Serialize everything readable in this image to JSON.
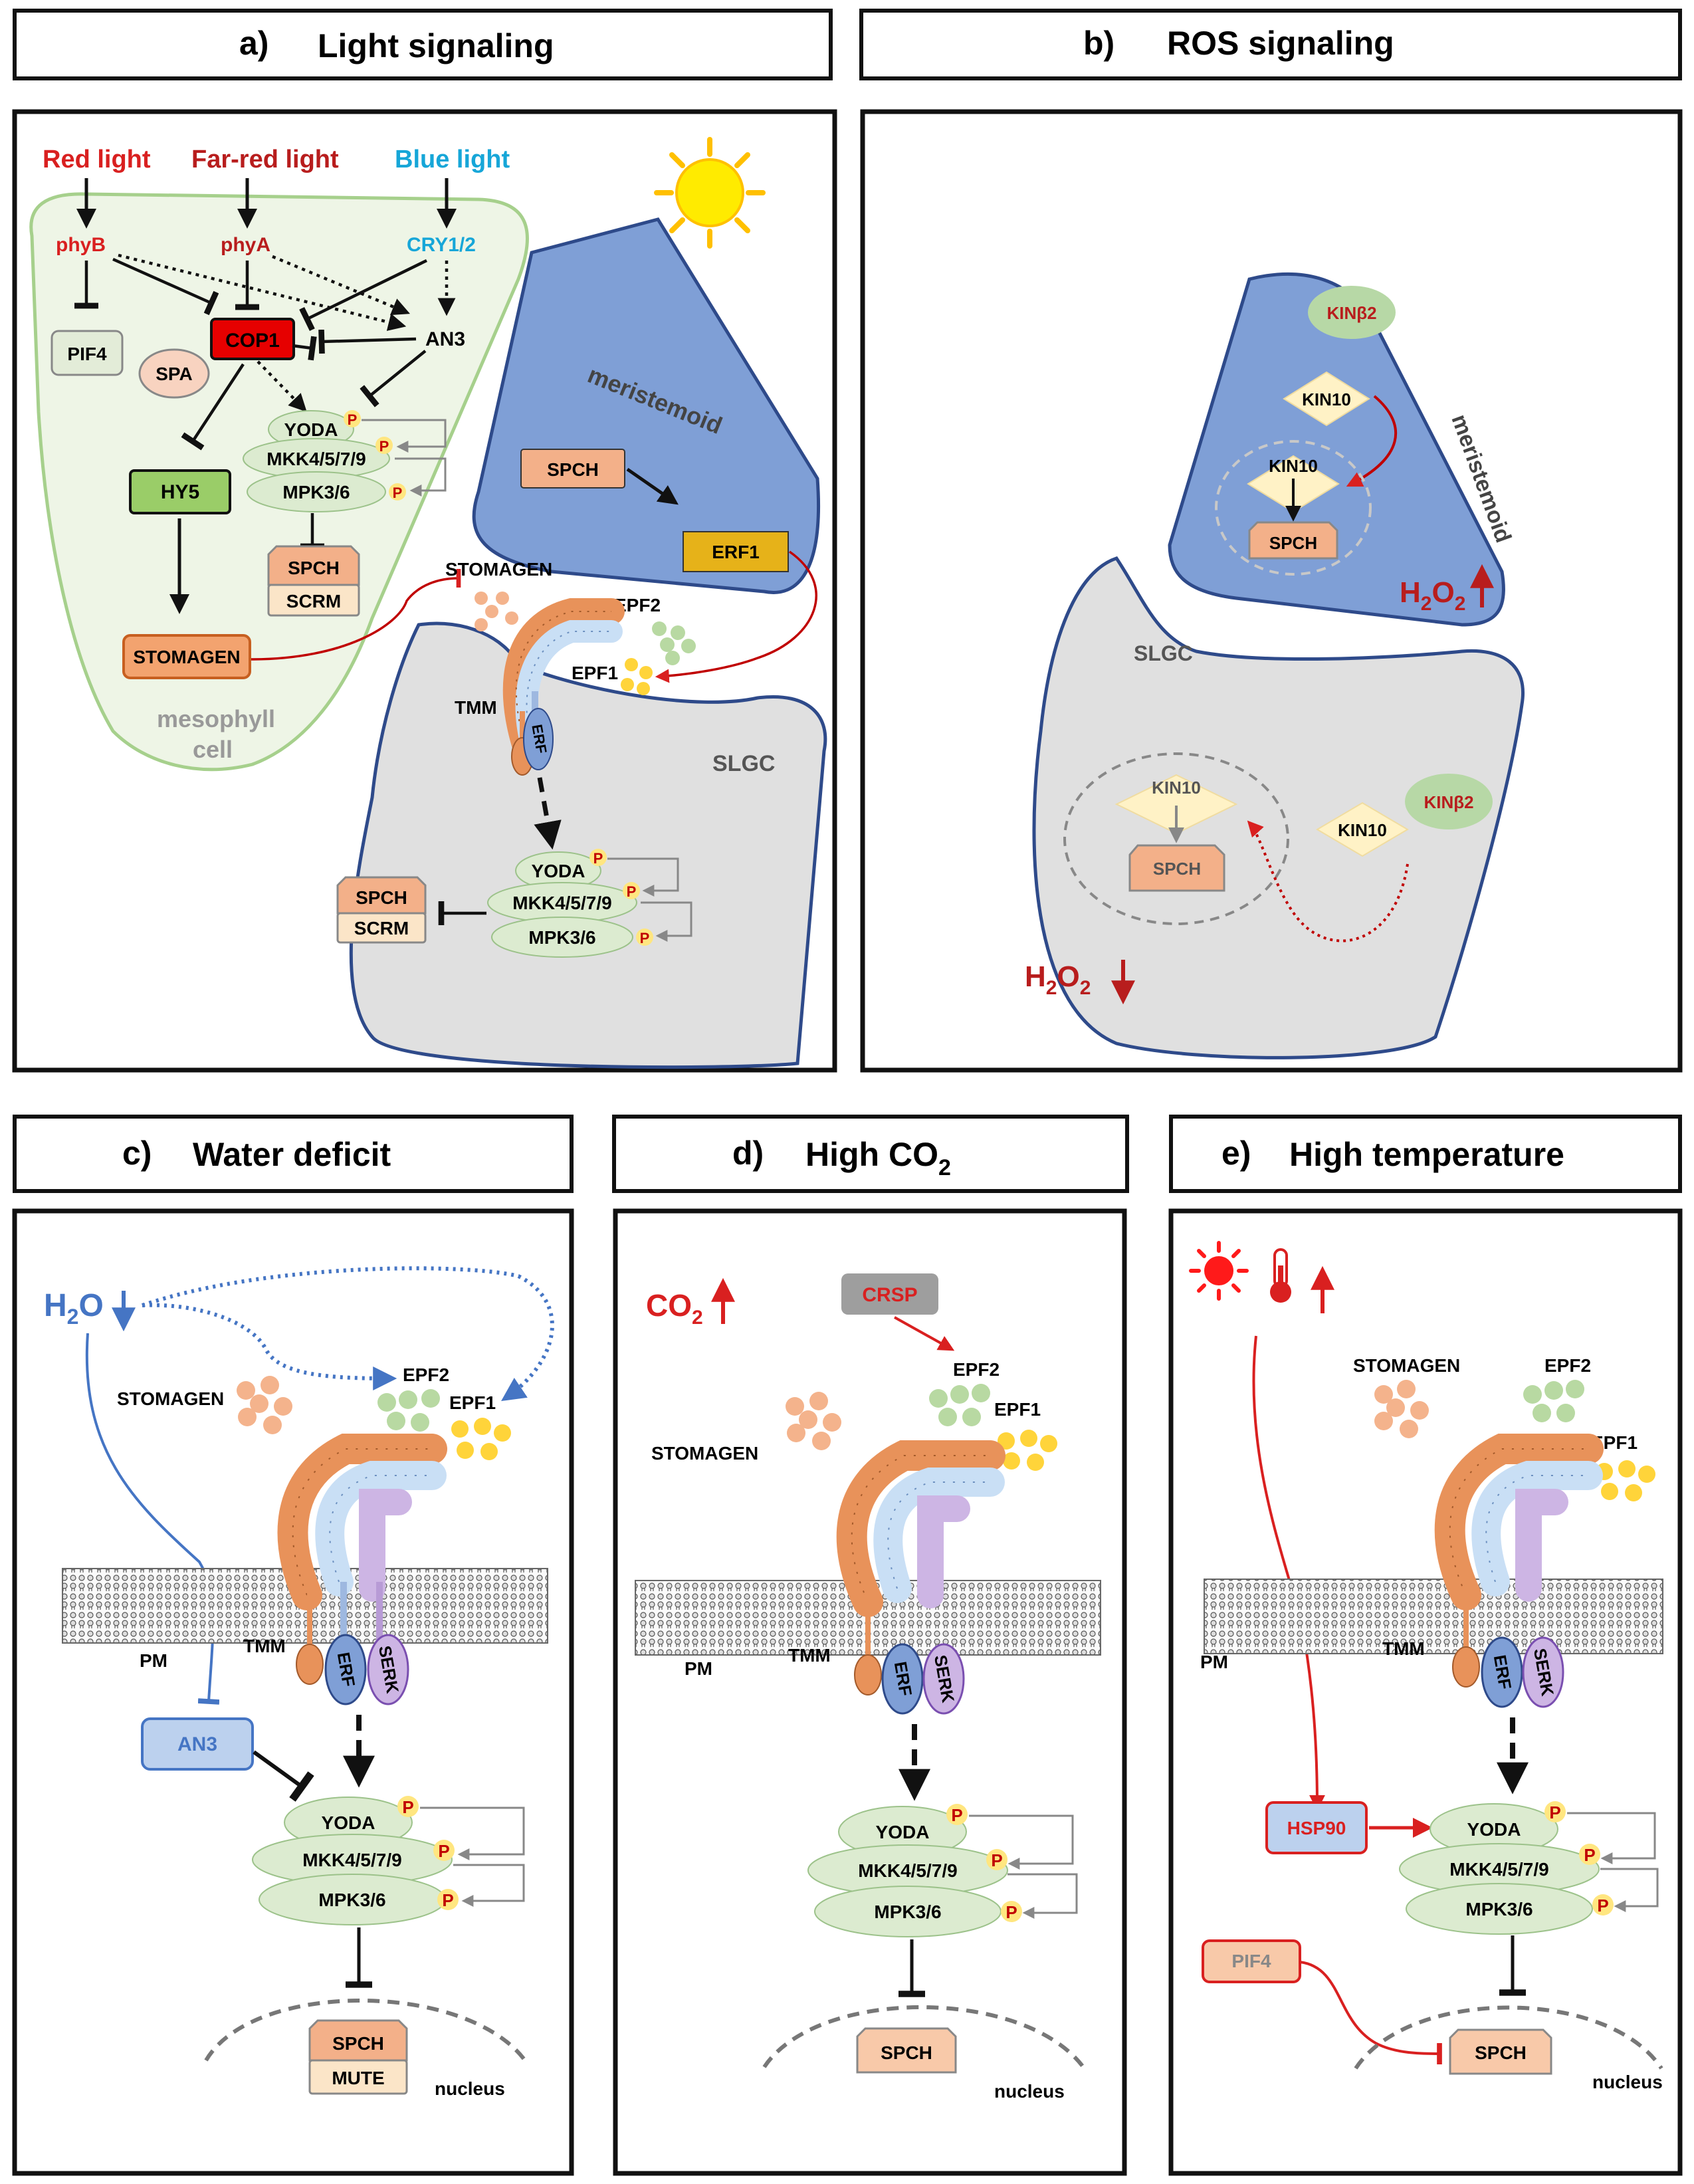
{
  "panels": {
    "a": {
      "letter": "a)",
      "title": "Light signaling"
    },
    "b": {
      "letter": "b)",
      "title": "ROS signaling"
    },
    "c": {
      "letter": "c)",
      "title": "Water deficit"
    },
    "d": {
      "letter": "d)",
      "title_main": "High CO",
      "title_sub": "2"
    },
    "e": {
      "letter": "e)",
      "title": "High temperature"
    }
  },
  "a": {
    "red_light": "Red light",
    "far_red_light": "Far-red light",
    "blue_light": "Blue light",
    "phyB": "phyB",
    "phyA": "phyA",
    "cry": "CRY1/2",
    "pif4": "PIF4",
    "spa": "SPA",
    "cop1": "COP1",
    "an3": "AN3",
    "yoda": "YODA",
    "mkk": "MKK4/5/7/9",
    "mpk": "MPK3/6",
    "p": "P",
    "hy5": "HY5",
    "spch": "SPCH",
    "scrm": "SCRM",
    "stomagen_box": "STOMAGEN",
    "stomagen": "STOMAGEN",
    "mesophyll_1": "mesophyll",
    "mesophyll_2": "cell",
    "meristemoid": "meristemoid",
    "erf1": "ERF1",
    "epf2": "EPF2",
    "epf1": "EPF1",
    "tmm": "TMM",
    "erf": "ERF",
    "slgc": "SLGC"
  },
  "b": {
    "kinb2": "KINβ2",
    "kin10": "KIN10",
    "spch": "SPCH",
    "meristemoid": "meristemoid",
    "h2o2_main": "H",
    "h2o2_sub1": "2",
    "h2o2_o": "O",
    "h2o2_sub2": "2",
    "slgc": "SLGC"
  },
  "c": {
    "h2o_main": "H",
    "h2o_sub": "2",
    "h2o_o": "O",
    "stomagen": "STOMAGEN",
    "epf2": "EPF2",
    "epf1": "EPF1",
    "pm": "PM",
    "tmm": "TMM",
    "erf": "ERF",
    "serk": "SERK",
    "an3": "AN3",
    "yoda": "YODA",
    "mkk": "MKK4/5/7/9",
    "mpk": "MPK3/6",
    "p": "P",
    "spch": "SPCH",
    "mute": "MUTE",
    "nucleus": "nucleus"
  },
  "d": {
    "co2_main": "CO",
    "co2_sub": "2",
    "crsp": "CRSP",
    "epf2": "EPF2",
    "epf1": "EPF1",
    "stomagen": "STOMAGEN",
    "pm": "PM",
    "tmm": "TMM",
    "erf": "ERF",
    "serk": "SERK",
    "yoda": "YODA",
    "mkk": "MKK4/5/7/9",
    "mpk": "MPK3/6",
    "p": "P",
    "spch": "SPCH",
    "nucleus": "nucleus"
  },
  "e": {
    "stomagen": "STOMAGEN",
    "epf2": "EPF2",
    "epf1": "EPF1",
    "pm": "PM",
    "tmm": "TMM",
    "erf": "ERF",
    "serk": "SERK",
    "hsp90": "HSP90",
    "yoda": "YODA",
    "mkk": "MKK4/5/7/9",
    "mpk": "MPK3/6",
    "p": "P",
    "pif4": "PIF4",
    "spch": "SPCH",
    "nucleus": "nucleus"
  },
  "colors": {
    "red": "#d92020",
    "dark_red": "#b81d1d",
    "blue_light": "#16a6d8",
    "water_blue": "#4575c4",
    "green_fill": "#dcebd0",
    "meristemoid": "#7f9fd6",
    "slgc": "#e0e0e0",
    "spch": "#f3b089",
    "orange": "#e8925a"
  }
}
